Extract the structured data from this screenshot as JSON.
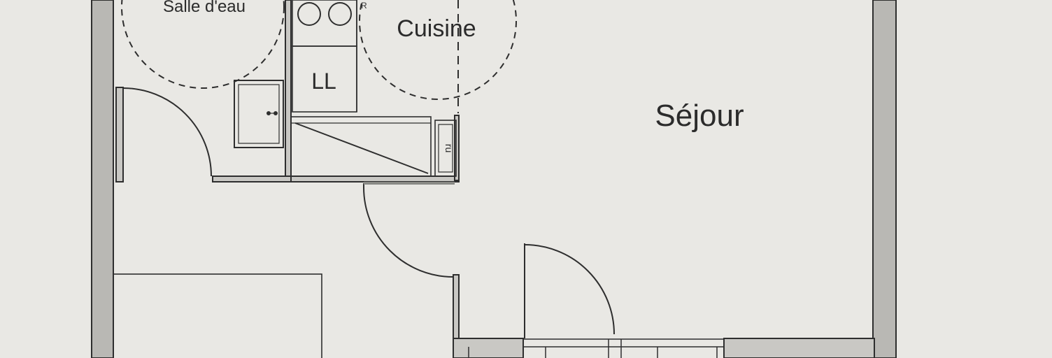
{
  "plan": {
    "rooms": {
      "salle_deau": "Salle d'eau",
      "cuisine": "Cuisine",
      "ll": "LL",
      "sejour": "Séjour",
      "frigo": "ru"
    }
  },
  "colors": {
    "paper": "#e9e8e4",
    "wall_fill": "#b9b8b4",
    "line": "#2e2e2e"
  }
}
